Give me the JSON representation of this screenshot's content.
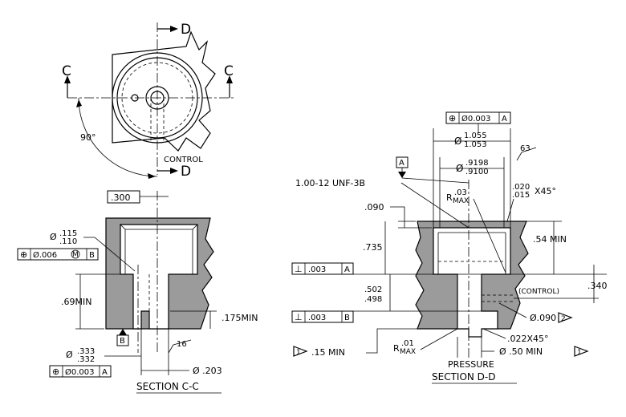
{
  "top_view": {
    "section_d_label": "D",
    "section_c_label": "C",
    "angle": "90°",
    "control": "CONTROL"
  },
  "section_cc": {
    "title": "SECTION C-C",
    "dim_300": ".300",
    "dia_115_prefix": "Ø",
    "dia_115_upper": ".115",
    "dia_115_lower": ".110",
    "fcf_pos": "⊕",
    "fcf_value": "Ø.006",
    "fcf_mod": "M",
    "fcf_datum": "B",
    "dim_69": ".69MIN",
    "dim_175": ".175MIN",
    "datum_b": "B",
    "finish": "16",
    "dia_333_prefix": "Ø",
    "dia_333_upper": ".333",
    "dia_333_lower": ".332",
    "fcf2_value": "Ø0.003",
    "fcf2_datum": "A",
    "dia_203": "Ø .203"
  },
  "section_dd": {
    "title": "SECTION D-D",
    "fcf_top_value": "Ø0.003",
    "fcf_top_datum": "A",
    "dia_1055_prefix": "Ø",
    "dia_1055_upper": "1.055",
    "dia_1055_lower": "1.053",
    "finish_63": "63",
    "datum_a": "A",
    "dia_9198_prefix": "Ø",
    "dia_9198_upper": ".9198",
    "dia_9198_lower": ".9100",
    "thread": "1.00-12 UNF-3B",
    "radius_03_r": "R",
    "radius_03_value": ".03",
    "radius_03_max": "MAX",
    "chamfer_020": ".020",
    "chamfer_015": ".015",
    "chamfer_x45": "X45°",
    "dim_090": ".090",
    "dim_735": ".735",
    "dim_54": ".54 MIN",
    "perp_value": ".003",
    "perp_datum": "A",
    "control_note": "(CONTROL)",
    "dim_340": ".340",
    "dim_502": ".502",
    "dim_498": ".498",
    "perp2_value": ".003",
    "perp2_datum": "B",
    "dia_090": "Ø.090",
    "flag_2": "2",
    "radius_01_r": "R",
    "radius_01_value": ".01",
    "radius_01_max": "MAX",
    "chamfer_022": ".022X45°",
    "flag_1": "1",
    "dim_15": ".15 MIN",
    "pressure": "PRESSURE",
    "dia_50": "Ø .50 MIN"
  }
}
